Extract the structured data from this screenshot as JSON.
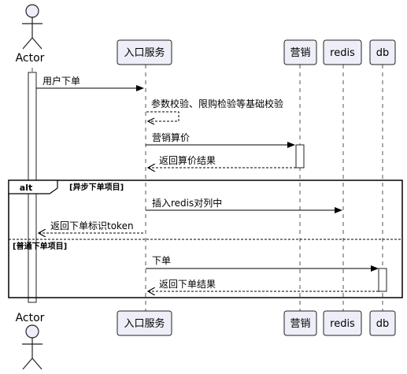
{
  "participants": {
    "actor": "Actor",
    "entry": "入口服务",
    "marketing": "营销",
    "redis": "redis",
    "db": "db"
  },
  "messages": {
    "m1": "用户下单",
    "m2": "参数校验、限购检验等基础校验",
    "m3": "营销算价",
    "m4": "返回算价结果",
    "m5": "插入redis对列中",
    "m6": "返回下单标识token",
    "m7": "下单",
    "m8": "返回下单结果"
  },
  "alt": {
    "keyword": "alt",
    "guard1": "[异步下单项目]",
    "guard2": "[普通下单项目]"
  },
  "colors": {
    "participant_fill": "#eeeef8",
    "border": "#222222",
    "line": "#000000",
    "activation_fill": "#ffffff"
  }
}
